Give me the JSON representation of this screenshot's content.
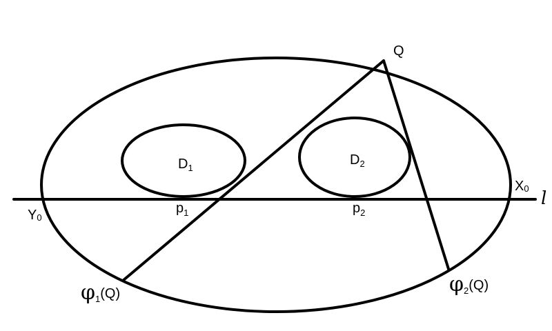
{
  "labels": {
    "Q": "Q",
    "D1_main": "D",
    "D1_sub": "1",
    "D2_main": "D",
    "D2_sub": "2",
    "p1_main": "p",
    "p1_sub": "1",
    "p2_main": "p",
    "p2_sub": "2",
    "Y0_main": "Y",
    "Y0_sub": "0",
    "X0_main": "X",
    "X0_sub": "0",
    "l": "l",
    "phi": "φ",
    "phi1_sub": "1",
    "phi1_arg": "(Q)",
    "phi2_sub": "2",
    "phi2_arg": "(Q)"
  },
  "colors": {
    "stroke": "#000000",
    "background": "#ffffff"
  }
}
